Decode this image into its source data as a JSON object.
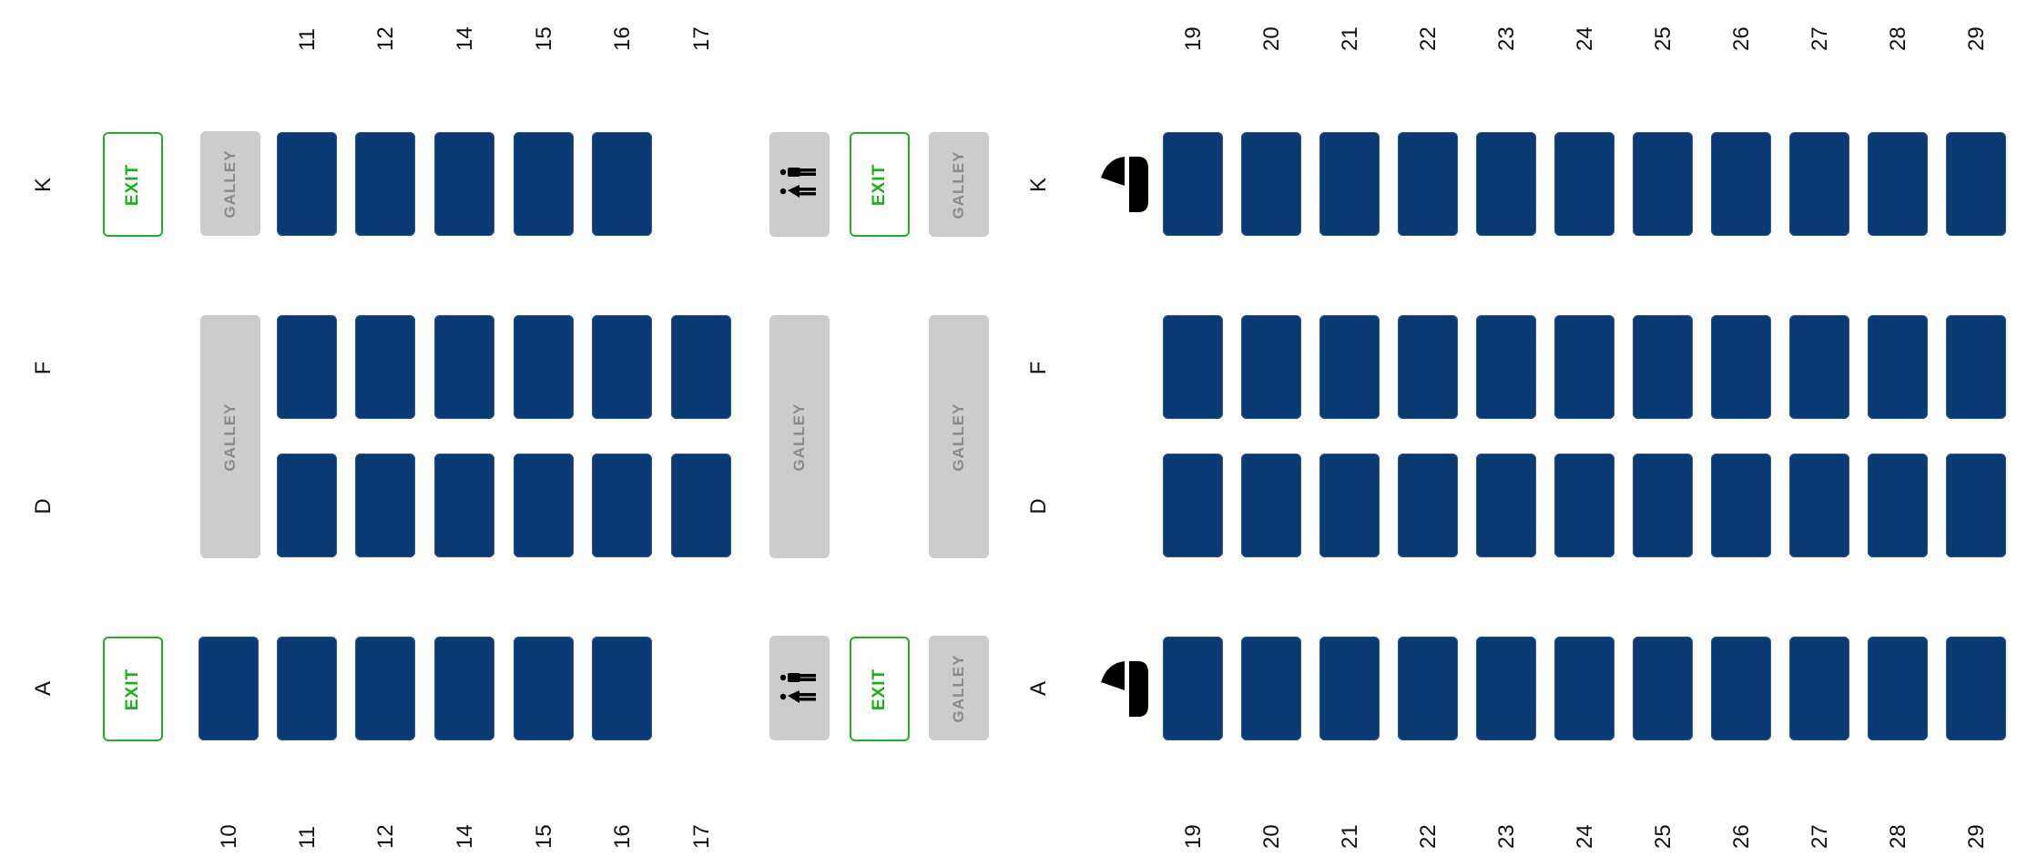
{
  "seatmap": {
    "colors": {
      "seat": "#0a3a73",
      "galley": "#cccccc",
      "galley_text": "#8a8a8a",
      "exit": "#1db31d"
    },
    "row_letters": [
      "K",
      "F",
      "D",
      "A"
    ],
    "labels": {
      "exit": "EXIT",
      "galley": "GALLEY"
    },
    "section1": {
      "top_columns": [
        "11",
        "12",
        "14",
        "15",
        "16",
        "17"
      ],
      "bottom_columns": [
        "10",
        "11",
        "12",
        "14",
        "15",
        "16",
        "17"
      ],
      "seats": {
        "K": [
          "11",
          "12",
          "14",
          "15",
          "16"
        ],
        "F": [
          "11",
          "12",
          "14",
          "15",
          "16",
          "17"
        ],
        "D": [
          "11",
          "12",
          "14",
          "15",
          "16",
          "17"
        ],
        "A": [
          "10",
          "11",
          "12",
          "14",
          "15",
          "16"
        ]
      }
    },
    "section2": {
      "top_columns": [
        "19",
        "20",
        "21",
        "22",
        "23",
        "24",
        "25",
        "26",
        "27",
        "28",
        "29"
      ],
      "bottom_columns": [
        "19",
        "20",
        "21",
        "22",
        "23",
        "24",
        "25",
        "26",
        "27",
        "28",
        "29"
      ],
      "seats": {
        "K": [
          "19",
          "20",
          "21",
          "22",
          "23",
          "24",
          "25",
          "26",
          "27",
          "28",
          "29"
        ],
        "F": [
          "19",
          "20",
          "21",
          "22",
          "23",
          "24",
          "25",
          "26",
          "27",
          "28",
          "29"
        ],
        "D": [
          "19",
          "20",
          "21",
          "22",
          "23",
          "24",
          "25",
          "26",
          "27",
          "28",
          "29"
        ],
        "A": [
          "19",
          "20",
          "21",
          "22",
          "23",
          "24",
          "25",
          "26",
          "27",
          "28",
          "29"
        ]
      }
    },
    "icons": {
      "lavatory": "lavatory-icon",
      "bassinet": "bassinet-icon"
    }
  }
}
